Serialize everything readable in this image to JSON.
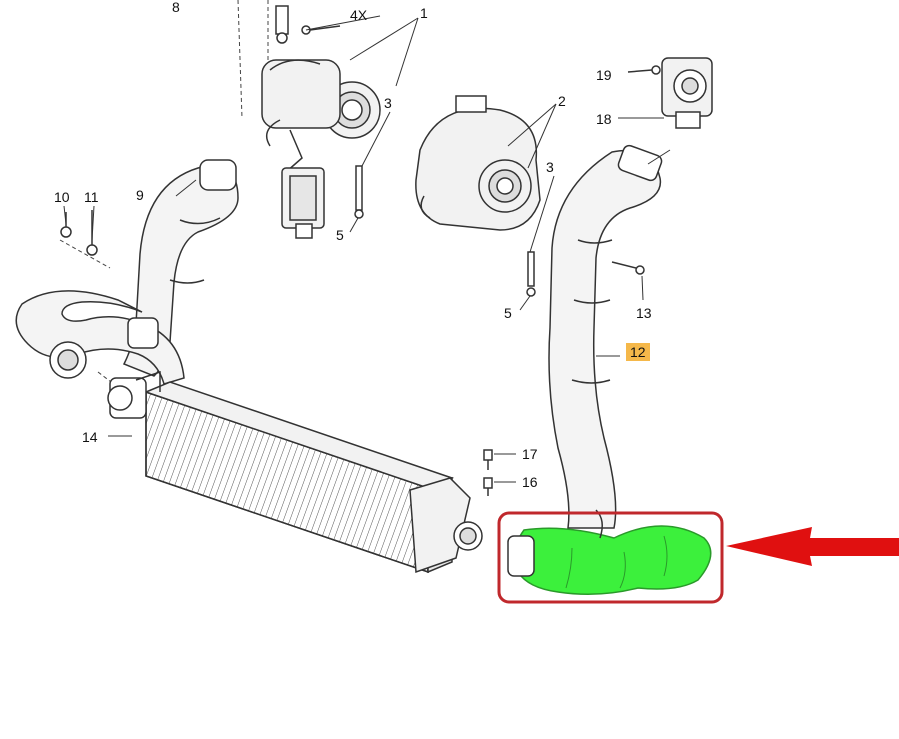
{
  "labels": {
    "p1": "1",
    "p2": "2",
    "p3a": "3",
    "p3b": "3",
    "p4x": "4X",
    "p5a": "5",
    "p5b": "5",
    "p8": "8",
    "p9": "9",
    "p10": "10",
    "p11": "11",
    "p12": "12",
    "p13": "13",
    "p14": "14",
    "p16": "16",
    "p17": "17",
    "p18": "18",
    "p19": "19"
  },
  "colors": {
    "highlight_hose": "#3cf03c",
    "highlight_box": "#c0282c",
    "arrow": "#e01010",
    "label_12_bg": "#f5b84a",
    "line": "#333333"
  },
  "icons": {
    "arrow": "left-arrow-icon"
  }
}
